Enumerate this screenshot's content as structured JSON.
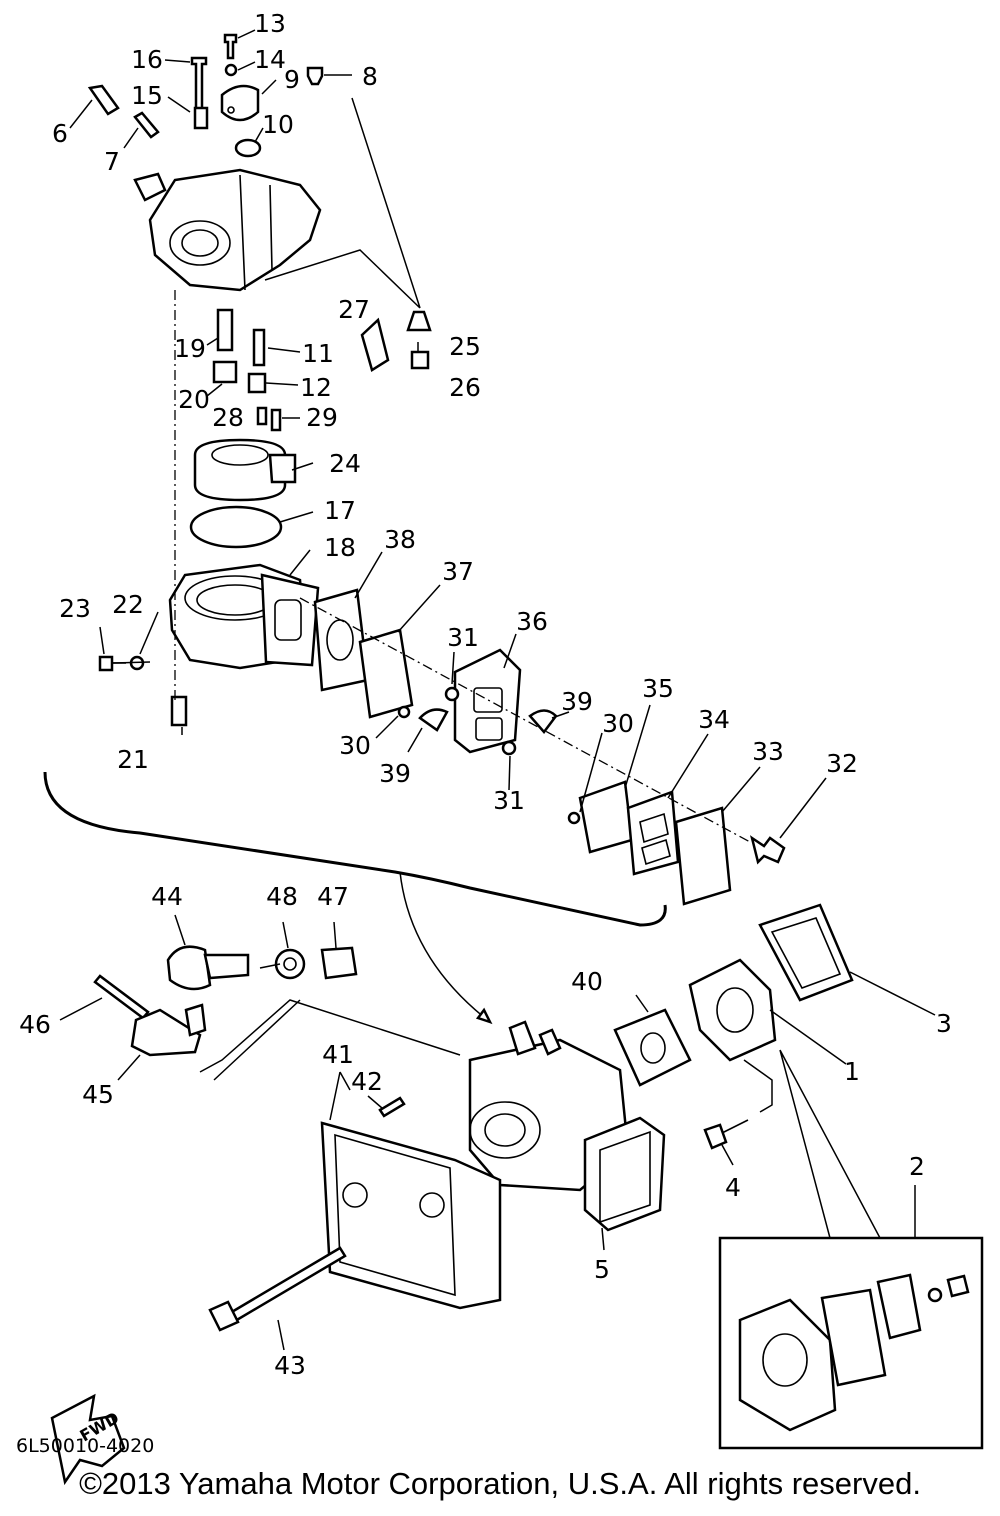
{
  "parts": [
    {
      "id": "1",
      "text": "1"
    },
    {
      "id": "2",
      "text": "2"
    },
    {
      "id": "3",
      "text": "3"
    },
    {
      "id": "4",
      "text": "4"
    },
    {
      "id": "5",
      "text": "5"
    },
    {
      "id": "6",
      "text": "6"
    },
    {
      "id": "7",
      "text": "7"
    },
    {
      "id": "8",
      "text": "8"
    },
    {
      "id": "9",
      "text": "9"
    },
    {
      "id": "10",
      "text": "10"
    },
    {
      "id": "11",
      "text": "11"
    },
    {
      "id": "12",
      "text": "12"
    },
    {
      "id": "13",
      "text": "13"
    },
    {
      "id": "14",
      "text": "14"
    },
    {
      "id": "15",
      "text": "15"
    },
    {
      "id": "16",
      "text": "16"
    },
    {
      "id": "17",
      "text": "17"
    },
    {
      "id": "18",
      "text": "18"
    },
    {
      "id": "19",
      "text": "19"
    },
    {
      "id": "20",
      "text": "20"
    },
    {
      "id": "21",
      "text": "21"
    },
    {
      "id": "22",
      "text": "22"
    },
    {
      "id": "23",
      "text": "23"
    },
    {
      "id": "24",
      "text": "24"
    },
    {
      "id": "25",
      "text": "25"
    },
    {
      "id": "26",
      "text": "26"
    },
    {
      "id": "27",
      "text": "27"
    },
    {
      "id": "28",
      "text": "28"
    },
    {
      "id": "29",
      "text": "29"
    },
    {
      "id": "30a",
      "text": "30"
    },
    {
      "id": "30b",
      "text": "30"
    },
    {
      "id": "31a",
      "text": "31"
    },
    {
      "id": "31b",
      "text": "31"
    },
    {
      "id": "32",
      "text": "32"
    },
    {
      "id": "33",
      "text": "33"
    },
    {
      "id": "34",
      "text": "34"
    },
    {
      "id": "35",
      "text": "35"
    },
    {
      "id": "36",
      "text": "36"
    },
    {
      "id": "37",
      "text": "37"
    },
    {
      "id": "38",
      "text": "38"
    },
    {
      "id": "39a",
      "text": "39"
    },
    {
      "id": "39b",
      "text": "39"
    },
    {
      "id": "40",
      "text": "40"
    },
    {
      "id": "41",
      "text": "41"
    },
    {
      "id": "42",
      "text": "42"
    },
    {
      "id": "43",
      "text": "43"
    },
    {
      "id": "44",
      "text": "44"
    },
    {
      "id": "45",
      "text": "45"
    },
    {
      "id": "46",
      "text": "46"
    },
    {
      "id": "47",
      "text": "47"
    },
    {
      "id": "48",
      "text": "48"
    }
  ],
  "fwd_label": "FWD",
  "diagram_code": "6L50010-4020",
  "copyright": "©2013 Yamaha Motor Corporation, U.S.A. All rights reserved."
}
